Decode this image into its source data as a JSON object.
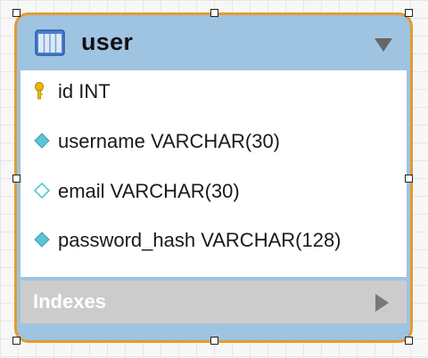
{
  "table": {
    "title": "user",
    "columns": [
      {
        "icon": "primary-key-icon",
        "label": "id INT"
      },
      {
        "icon": "filled-diamond-icon",
        "label": "username VARCHAR(30)"
      },
      {
        "icon": "hollow-diamond-icon",
        "label": "email VARCHAR(30)"
      },
      {
        "icon": "filled-diamond-icon",
        "label": "password_hash VARCHAR(128)"
      }
    ],
    "indexes_label": "Indexes"
  },
  "colors": {
    "header_blue": "#9fc4e2",
    "selection_border": "#e59a2f",
    "indexes_bar": "#cccccc",
    "key_gold": "#e8b800",
    "diamond_cyan": "#5bc4d6"
  }
}
